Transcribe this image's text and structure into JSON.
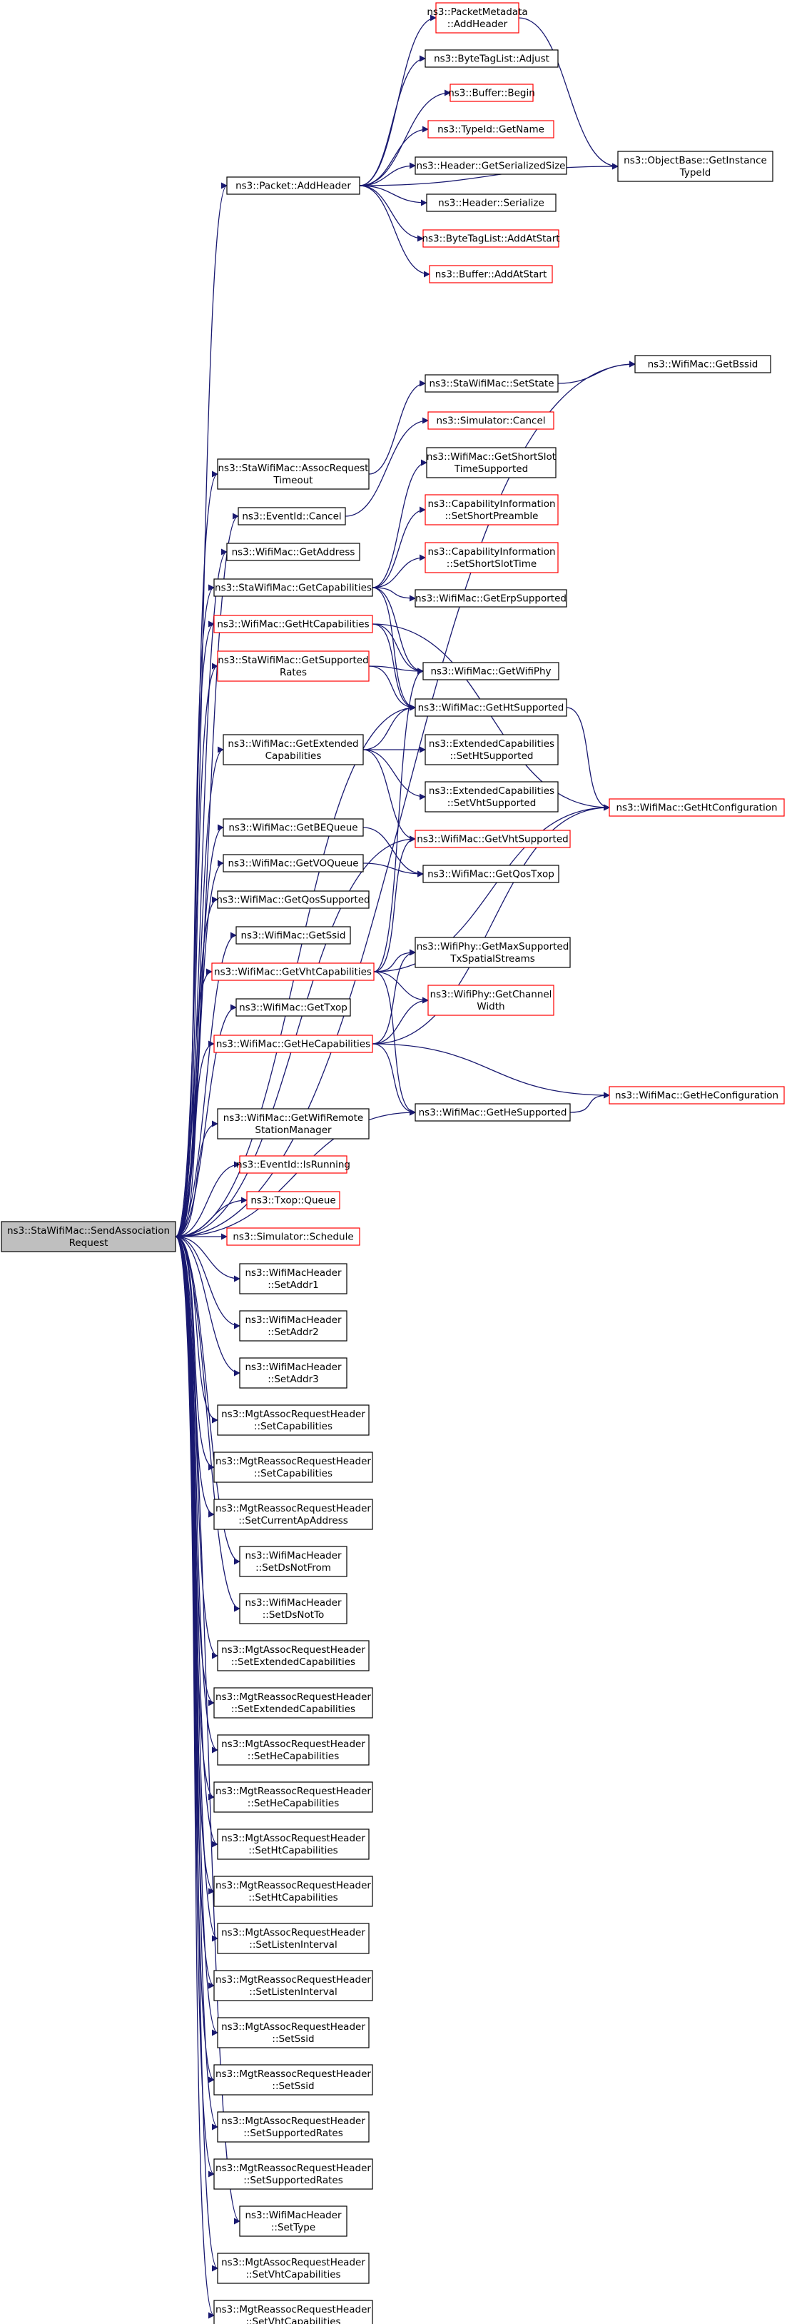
{
  "graph": {
    "title": "",
    "root": "ns3::StaWifiMac::SendAssociationRequest",
    "nodes": [
      {
        "id": "root",
        "lines": [
          "ns3::StaWifiMac::SendAssociation",
          "Request"
        ],
        "style": "root"
      },
      {
        "id": "packet_addheader",
        "lines": [
          "ns3::Packet::AddHeader"
        ],
        "style": "normal"
      },
      {
        "id": "pm_addheader",
        "lines": [
          "ns3::PacketMetadata",
          "::AddHeader"
        ],
        "style": "truncated"
      },
      {
        "id": "btl_adjust",
        "lines": [
          "ns3::ByteTagList::Adjust"
        ],
        "style": "normal"
      },
      {
        "id": "buffer_begin",
        "lines": [
          "ns3::Buffer::Begin"
        ],
        "style": "truncated"
      },
      {
        "id": "typeid_getname",
        "lines": [
          "ns3::TypeId::GetName"
        ],
        "style": "truncated"
      },
      {
        "id": "header_getsersize",
        "lines": [
          "ns3::Header::GetSerializedSize"
        ],
        "style": "normal"
      },
      {
        "id": "header_serialize",
        "lines": [
          "ns3::Header::Serialize"
        ],
        "style": "normal"
      },
      {
        "id": "btl_addatstart",
        "lines": [
          "ns3::ByteTagList::AddAtStart"
        ],
        "style": "truncated"
      },
      {
        "id": "buffer_addatstart",
        "lines": [
          "ns3::Buffer::AddAtStart"
        ],
        "style": "truncated"
      },
      {
        "id": "objbase_getinst",
        "lines": [
          "ns3::ObjectBase::GetInstance",
          "TypeId"
        ],
        "style": "normal"
      },
      {
        "id": "wm_getbssid",
        "lines": [
          "ns3::WifiMac::GetBssid"
        ],
        "style": "normal"
      },
      {
        "id": "swm_setstate",
        "lines": [
          "ns3::StaWifiMac::SetState"
        ],
        "style": "normal"
      },
      {
        "id": "sim_cancel",
        "lines": [
          "ns3::Simulator::Cancel"
        ],
        "style": "truncated"
      },
      {
        "id": "swm_assocreqtimeout",
        "lines": [
          "ns3::StaWifiMac::AssocRequest",
          "Timeout"
        ],
        "style": "normal"
      },
      {
        "id": "eventid_cancel",
        "lines": [
          "ns3::EventId::Cancel"
        ],
        "style": "normal"
      },
      {
        "id": "wm_getshortslot",
        "lines": [
          "ns3::WifiMac::GetShortSlot",
          "TimeSupported"
        ],
        "style": "normal"
      },
      {
        "id": "wm_getaddress",
        "lines": [
          "ns3::WifiMac::GetAddress"
        ],
        "style": "normal"
      },
      {
        "id": "ci_setshortpreamble",
        "lines": [
          "ns3::CapabilityInformation",
          "::SetShortPreamble"
        ],
        "style": "truncated"
      },
      {
        "id": "ci_setshortslottime",
        "lines": [
          "ns3::CapabilityInformation",
          "::SetShortSlotTime"
        ],
        "style": "truncated"
      },
      {
        "id": "swm_getcapabilities",
        "lines": [
          "ns3::StaWifiMac::GetCapabilities"
        ],
        "style": "normal"
      },
      {
        "id": "wm_geterpsupported",
        "lines": [
          "ns3::WifiMac::GetErpSupported"
        ],
        "style": "normal"
      },
      {
        "id": "wm_gethtcapabilities",
        "lines": [
          "ns3::WifiMac::GetHtCapabilities"
        ],
        "style": "truncated"
      },
      {
        "id": "swm_getsupportedrates",
        "lines": [
          "ns3::StaWifiMac::GetSupported",
          "Rates"
        ],
        "style": "truncated"
      },
      {
        "id": "wm_getwifiphy",
        "lines": [
          "ns3::WifiMac::GetWifiPhy"
        ],
        "style": "normal"
      },
      {
        "id": "wm_gethtsupported",
        "lines": [
          "ns3::WifiMac::GetHtSupported"
        ],
        "style": "normal"
      },
      {
        "id": "wm_getextcap",
        "lines": [
          "ns3::WifiMac::GetExtended",
          "Capabilities"
        ],
        "style": "normal"
      },
      {
        "id": "ec_sethtsupported",
        "lines": [
          "ns3::ExtendedCapabilities",
          "::SetHtSupported"
        ],
        "style": "normal"
      },
      {
        "id": "ec_setvhtsupported",
        "lines": [
          "ns3::ExtendedCapabilities",
          "::SetVhtSupported"
        ],
        "style": "normal"
      },
      {
        "id": "wm_gethtconfiguration",
        "lines": [
          "ns3::WifiMac::GetHtConfiguration"
        ],
        "style": "truncated"
      },
      {
        "id": "wm_getvhtsupported",
        "lines": [
          "ns3::WifiMac::GetVhtSupported"
        ],
        "style": "truncated"
      },
      {
        "id": "wm_getbequeue",
        "lines": [
          "ns3::WifiMac::GetBEQueue"
        ],
        "style": "normal"
      },
      {
        "id": "wm_getvoqueue",
        "lines": [
          "ns3::WifiMac::GetVOQueue"
        ],
        "style": "normal"
      },
      {
        "id": "wm_getqostxop",
        "lines": [
          "ns3::WifiMac::GetQosTxop"
        ],
        "style": "normal"
      },
      {
        "id": "wm_getqossupported",
        "lines": [
          "ns3::WifiMac::GetQosSupported"
        ],
        "style": "normal"
      },
      {
        "id": "wm_getssid",
        "lines": [
          "ns3::WifiMac::GetSsid"
        ],
        "style": "normal"
      },
      {
        "id": "wp_getmaxss",
        "lines": [
          "ns3::WifiPhy::GetMaxSupported",
          "TxSpatialStreams"
        ],
        "style": "normal"
      },
      {
        "id": "wm_getvhtcapabilities",
        "lines": [
          "ns3::WifiMac::GetVhtCapabilities"
        ],
        "style": "truncated"
      },
      {
        "id": "wp_getchannelwidth",
        "lines": [
          "ns3::WifiPhy::GetChannel",
          "Width"
        ],
        "style": "truncated"
      },
      {
        "id": "wm_gettxop",
        "lines": [
          "ns3::WifiMac::GetTxop"
        ],
        "style": "normal"
      },
      {
        "id": "wm_gethecapabilities",
        "lines": [
          "ns3::WifiMac::GetHeCapabilities"
        ],
        "style": "truncated"
      },
      {
        "id": "wm_getheconfiguration",
        "lines": [
          "ns3::WifiMac::GetHeConfiguration"
        ],
        "style": "truncated"
      },
      {
        "id": "wm_gethesupported",
        "lines": [
          "ns3::WifiMac::GetHeSupported"
        ],
        "style": "normal"
      },
      {
        "id": "wm_getwifiremote",
        "lines": [
          "ns3::WifiMac::GetWifiRemote",
          "StationManager"
        ],
        "style": "normal"
      },
      {
        "id": "eventid_isrunning",
        "lines": [
          "ns3::EventId::IsRunning"
        ],
        "style": "truncated"
      },
      {
        "id": "txop_queue",
        "lines": [
          "ns3::Txop::Queue"
        ],
        "style": "truncated"
      },
      {
        "id": "sim_schedule",
        "lines": [
          "ns3::Simulator::Schedule"
        ],
        "style": "truncated"
      },
      {
        "id": "wmh_setaddr1",
        "lines": [
          "ns3::WifiMacHeader",
          "::SetAddr1"
        ],
        "style": "normal"
      },
      {
        "id": "wmh_setaddr2",
        "lines": [
          "ns3::WifiMacHeader",
          "::SetAddr2"
        ],
        "style": "normal"
      },
      {
        "id": "wmh_setaddr3",
        "lines": [
          "ns3::WifiMacHeader",
          "::SetAddr3"
        ],
        "style": "normal"
      },
      {
        "id": "marh_setcap",
        "lines": [
          "ns3::MgtAssocRequestHeader",
          "::SetCapabilities"
        ],
        "style": "normal"
      },
      {
        "id": "mrrh_setcap",
        "lines": [
          "ns3::MgtReassocRequestHeader",
          "::SetCapabilities"
        ],
        "style": "normal"
      },
      {
        "id": "mrrh_setcurap",
        "lines": [
          "ns3::MgtReassocRequestHeader",
          "::SetCurrentApAddress"
        ],
        "style": "normal"
      },
      {
        "id": "wmh_setdsnotfrom",
        "lines": [
          "ns3::WifiMacHeader",
          "::SetDsNotFrom"
        ],
        "style": "normal"
      },
      {
        "id": "wmh_setdsnotto",
        "lines": [
          "ns3::WifiMacHeader",
          "::SetDsNotTo"
        ],
        "style": "normal"
      },
      {
        "id": "marh_setextcap",
        "lines": [
          "ns3::MgtAssocRequestHeader",
          "::SetExtendedCapabilities"
        ],
        "style": "normal"
      },
      {
        "id": "mrrh_setextcap",
        "lines": [
          "ns3::MgtReassocRequestHeader",
          "::SetExtendedCapabilities"
        ],
        "style": "normal"
      },
      {
        "id": "marh_sethecap",
        "lines": [
          "ns3::MgtAssocRequestHeader",
          "::SetHeCapabilities"
        ],
        "style": "normal"
      },
      {
        "id": "mrrh_sethecap",
        "lines": [
          "ns3::MgtReassocRequestHeader",
          "::SetHeCapabilities"
        ],
        "style": "normal"
      },
      {
        "id": "marh_sethtcap",
        "lines": [
          "ns3::MgtAssocRequestHeader",
          "::SetHtCapabilities"
        ],
        "style": "normal"
      },
      {
        "id": "mrrh_sethtcap",
        "lines": [
          "ns3::MgtReassocRequestHeader",
          "::SetHtCapabilities"
        ],
        "style": "normal"
      },
      {
        "id": "marh_setlisten",
        "lines": [
          "ns3::MgtAssocRequestHeader",
          "::SetListenInterval"
        ],
        "style": "normal"
      },
      {
        "id": "mrrh_setlisten",
        "lines": [
          "ns3::MgtReassocRequestHeader",
          "::SetListenInterval"
        ],
        "style": "normal"
      },
      {
        "id": "marh_setssid",
        "lines": [
          "ns3::MgtAssocRequestHeader",
          "::SetSsid"
        ],
        "style": "normal"
      },
      {
        "id": "mrrh_setssid",
        "lines": [
          "ns3::MgtReassocRequestHeader",
          "::SetSsid"
        ],
        "style": "normal"
      },
      {
        "id": "marh_setrates",
        "lines": [
          "ns3::MgtAssocRequestHeader",
          "::SetSupportedRates"
        ],
        "style": "normal"
      },
      {
        "id": "mrrh_setrates",
        "lines": [
          "ns3::MgtReassocRequestHeader",
          "::SetSupportedRates"
        ],
        "style": "normal"
      },
      {
        "id": "wmh_settype",
        "lines": [
          "ns3::WifiMacHeader",
          "::SetType"
        ],
        "style": "normal"
      },
      {
        "id": "marh_setvhtcap",
        "lines": [
          "ns3::MgtAssocRequestHeader",
          "::SetVhtCapabilities"
        ],
        "style": "normal"
      },
      {
        "id": "mrrh_setvhtcap",
        "lines": [
          "ns3::MgtReassocRequestHeader",
          "::SetVhtCapabilities"
        ],
        "style": "normal"
      }
    ],
    "edges": [
      [
        "root",
        "packet_addheader"
      ],
      [
        "root",
        "wm_getbssid"
      ],
      [
        "root",
        "swm_assocreqtimeout"
      ],
      [
        "root",
        "eventid_cancel"
      ],
      [
        "root",
        "wm_getaddress"
      ],
      [
        "root",
        "swm_getcapabilities"
      ],
      [
        "root",
        "wm_gethtcapabilities"
      ],
      [
        "root",
        "swm_getsupportedrates"
      ],
      [
        "root",
        "wm_gethtsupported"
      ],
      [
        "root",
        "wm_getextcap"
      ],
      [
        "root",
        "wm_getvhtsupported"
      ],
      [
        "root",
        "wm_getbequeue"
      ],
      [
        "root",
        "wm_getvoqueue"
      ],
      [
        "root",
        "wm_getqossupported"
      ],
      [
        "root",
        "wm_getssid"
      ],
      [
        "root",
        "wm_getvhtcapabilities"
      ],
      [
        "root",
        "wm_gettxop"
      ],
      [
        "root",
        "wm_gethecapabilities"
      ],
      [
        "root",
        "wm_gethesupported"
      ],
      [
        "root",
        "wm_getwifiremote"
      ],
      [
        "root",
        "eventid_isrunning"
      ],
      [
        "root",
        "txop_queue"
      ],
      [
        "root",
        "sim_schedule"
      ],
      [
        "root",
        "wmh_setaddr1"
      ],
      [
        "root",
        "wmh_setaddr2"
      ],
      [
        "root",
        "wmh_setaddr3"
      ],
      [
        "root",
        "marh_setcap"
      ],
      [
        "root",
        "mrrh_setcap"
      ],
      [
        "root",
        "mrrh_setcurap"
      ],
      [
        "root",
        "wmh_setdsnotfrom"
      ],
      [
        "root",
        "wmh_setdsnotto"
      ],
      [
        "root",
        "marh_setextcap"
      ],
      [
        "root",
        "mrrh_setextcap"
      ],
      [
        "root",
        "marh_sethecap"
      ],
      [
        "root",
        "mrrh_sethecap"
      ],
      [
        "root",
        "marh_sethtcap"
      ],
      [
        "root",
        "mrrh_sethtcap"
      ],
      [
        "root",
        "marh_setlisten"
      ],
      [
        "root",
        "mrrh_setlisten"
      ],
      [
        "root",
        "marh_setssid"
      ],
      [
        "root",
        "mrrh_setssid"
      ],
      [
        "root",
        "marh_setrates"
      ],
      [
        "root",
        "mrrh_setrates"
      ],
      [
        "root",
        "wmh_settype"
      ],
      [
        "root",
        "marh_setvhtcap"
      ],
      [
        "root",
        "mrrh_setvhtcap"
      ],
      [
        "packet_addheader",
        "pm_addheader"
      ],
      [
        "packet_addheader",
        "btl_adjust"
      ],
      [
        "packet_addheader",
        "buffer_begin"
      ],
      [
        "packet_addheader",
        "typeid_getname"
      ],
      [
        "packet_addheader",
        "header_getsersize"
      ],
      [
        "packet_addheader",
        "header_serialize"
      ],
      [
        "packet_addheader",
        "btl_addatstart"
      ],
      [
        "packet_addheader",
        "buffer_addatstart"
      ],
      [
        "packet_addheader",
        "objbase_getinst"
      ],
      [
        "pm_addheader",
        "objbase_getinst"
      ],
      [
        "swm_assocreqtimeout",
        "swm_setstate"
      ],
      [
        "swm_setstate",
        "wm_getbssid"
      ],
      [
        "eventid_cancel",
        "sim_cancel"
      ],
      [
        "swm_getcapabilities",
        "wm_getshortslot"
      ],
      [
        "swm_getcapabilities",
        "ci_setshortpreamble"
      ],
      [
        "swm_getcapabilities",
        "ci_setshortslottime"
      ],
      [
        "swm_getcapabilities",
        "wm_geterpsupported"
      ],
      [
        "swm_getcapabilities",
        "wm_getwifiphy"
      ],
      [
        "swm_getcapabilities",
        "wm_gethtsupported"
      ],
      [
        "wm_gethtcapabilities",
        "wm_getwifiphy"
      ],
      [
        "wm_gethtcapabilities",
        "wm_gethtsupported"
      ],
      [
        "wm_gethtcapabilities",
        "wm_gethtconfiguration"
      ],
      [
        "swm_getsupportedrates",
        "wm_getwifiphy"
      ],
      [
        "swm_getsupportedrates",
        "wm_gethtsupported"
      ],
      [
        "wm_gethtsupported",
        "wm_gethtconfiguration"
      ],
      [
        "wm_getextcap",
        "ec_sethtsupported"
      ],
      [
        "wm_getextcap",
        "ec_setvhtsupported"
      ],
      [
        "wm_getextcap",
        "wm_gethtsupported"
      ],
      [
        "wm_getextcap",
        "wm_getvhtsupported"
      ],
      [
        "wm_getbequeue",
        "wm_getqostxop"
      ],
      [
        "wm_getvoqueue",
        "wm_getqostxop"
      ],
      [
        "wm_getvhtcapabilities",
        "wm_getwifiphy"
      ],
      [
        "wm_getvhtcapabilities",
        "wm_getvhtsupported"
      ],
      [
        "wm_getvhtcapabilities",
        "wm_gethtconfiguration"
      ],
      [
        "wm_getvhtcapabilities",
        "wp_getmaxss"
      ],
      [
        "wm_getvhtcapabilities",
        "wp_getchannelwidth"
      ],
      [
        "wm_getvhtcapabilities",
        "wm_gethesupported"
      ],
      [
        "wm_gethecapabilities",
        "wp_getmaxss"
      ],
      [
        "wm_gethecapabilities",
        "wp_getchannelwidth"
      ],
      [
        "wm_gethecapabilities",
        "wm_gethtconfiguration"
      ],
      [
        "wm_gethecapabilities",
        "wm_getheconfiguration"
      ],
      [
        "wm_gethecapabilities",
        "wm_gethesupported"
      ],
      [
        "wm_gethesupported",
        "wm_getheconfiguration"
      ]
    ]
  }
}
